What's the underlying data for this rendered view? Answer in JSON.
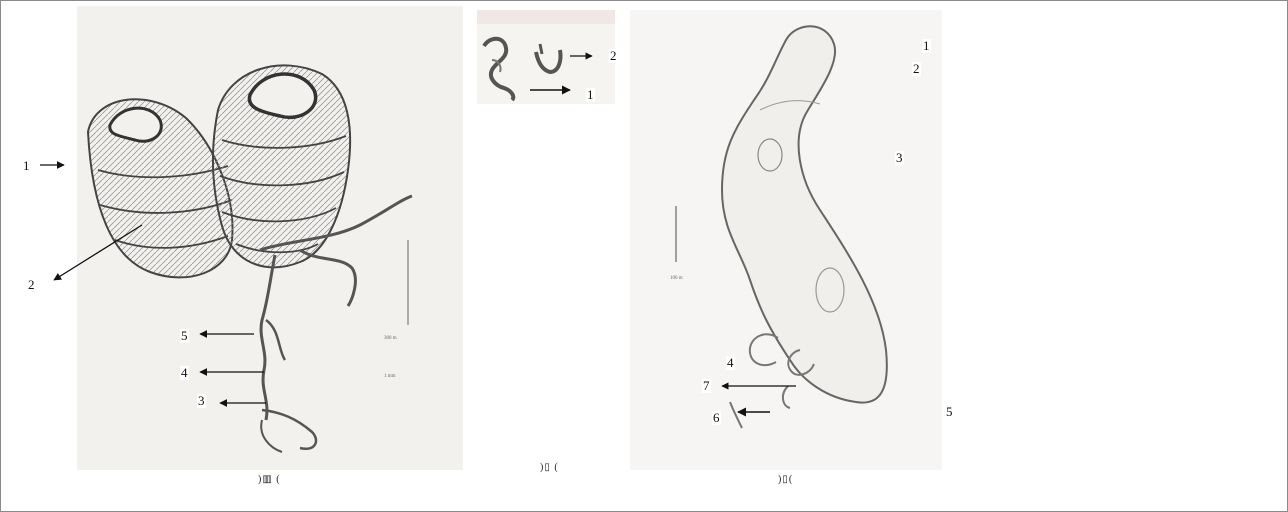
{
  "panels": [
    {
      "caption": ")▥ (",
      "labels": [
        "1",
        "2",
        "3",
        "4",
        "5"
      ],
      "scale_labels": [
        "300 m",
        "1 mm"
      ]
    },
    {
      "caption": ")▯ (",
      "labels": [
        "1",
        "2"
      ]
    },
    {
      "caption": ")▯(",
      "labels": [
        "1",
        "2",
        "3",
        "4",
        "5",
        "6",
        "7"
      ],
      "scale_labels": [
        "100 m"
      ]
    }
  ],
  "colors": {
    "line": "#333333",
    "plate_bg": "#f3f1ee",
    "frame": "#8a8a8a"
  }
}
